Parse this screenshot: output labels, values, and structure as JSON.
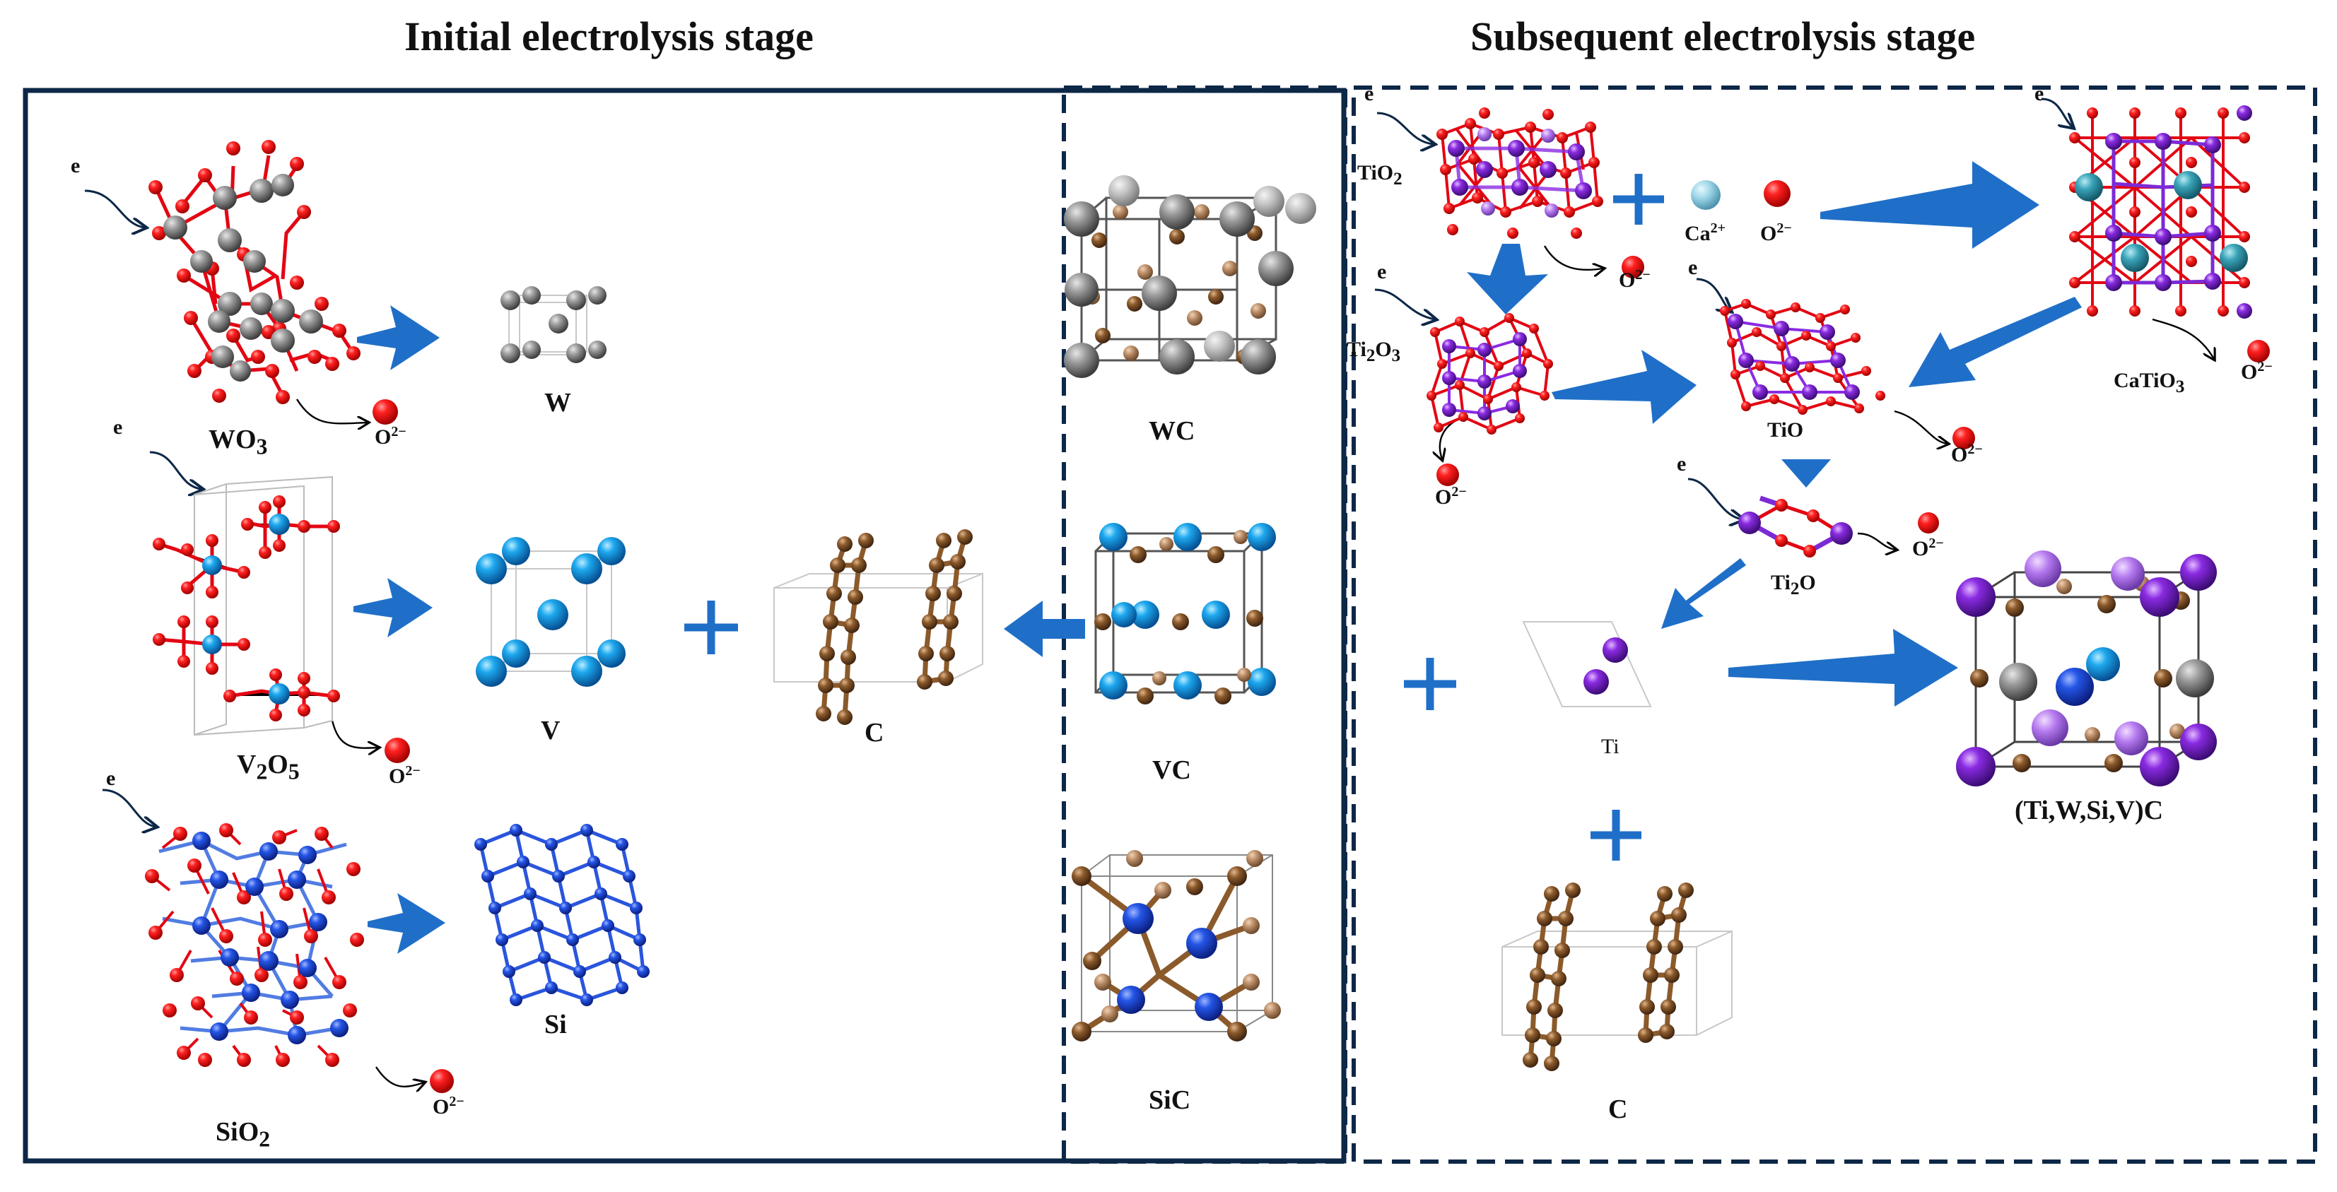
{
  "titles": {
    "left": "Initial electrolysis stage",
    "right": "Subsequent electrolysis stage"
  },
  "electron": "e",
  "oxide_ion": {
    "base": "O",
    "sup": "2−"
  },
  "labels": {
    "wo3": {
      "base": "WO",
      "sub": "3"
    },
    "w": "W",
    "v2o5": {
      "a": "V",
      "s1": "2",
      "b": "O",
      "s2": "5"
    },
    "v": "V",
    "sio2": {
      "base": "SiO",
      "sub": "2"
    },
    "si": "Si",
    "c_left": "C",
    "wc": "WC",
    "vc": "VC",
    "sic": "SiC",
    "tio2": {
      "base": "TiO",
      "sub": "2"
    },
    "ca": {
      "base": "Ca",
      "sup": "2+"
    },
    "o2_free": {
      "base": "O",
      "sup": "2−"
    },
    "ti2o3": {
      "a": "Ti",
      "s1": "2",
      "b": "O",
      "s2": "3"
    },
    "tio": "TiO",
    "catio3": {
      "base": "CaTiO",
      "sub": "3"
    },
    "ti2o": {
      "a": "Ti",
      "s1": "2",
      "b": "O"
    },
    "ti": "Ti",
    "c_right": "C",
    "product": "(Ti,W,Si,V)C"
  },
  "colors": {
    "arrow": "#1f6fc8",
    "plus": "#1f6fc8",
    "frame": "#0d2747",
    "oxygen": "#e30613",
    "tungsten": "#8d8d8d",
    "vanadium": "#1a8fdd",
    "silicon": "#1d47cf",
    "carbon": "#8b5a2b",
    "titanium": "#7c2ad6",
    "calcium": "#2e8fa6"
  }
}
